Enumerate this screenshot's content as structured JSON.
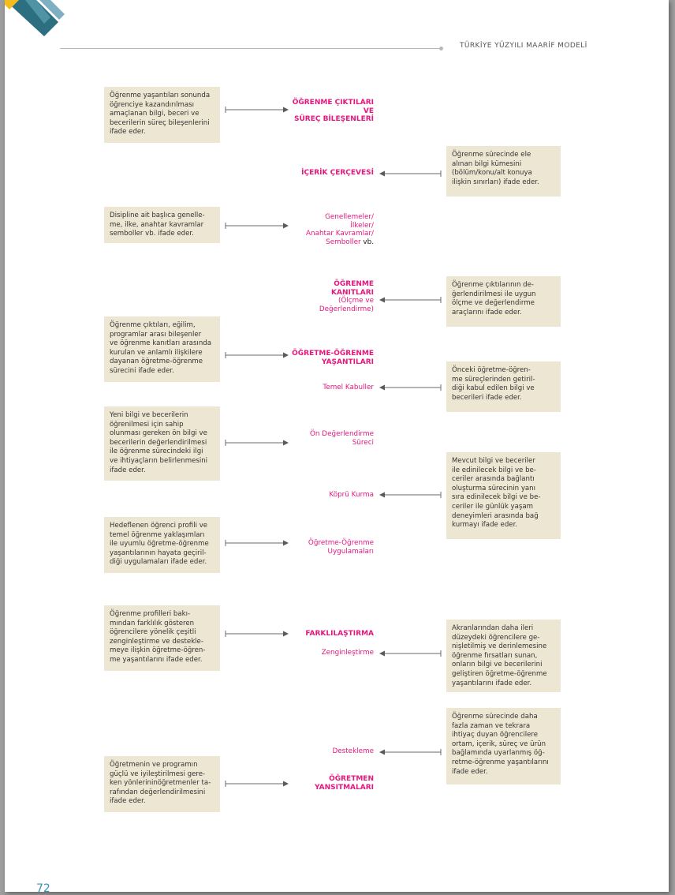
{
  "header": {
    "title": "TÜRKİYE YÜZYILI MAARİF MODELİ"
  },
  "page_number": "72",
  "colors": {
    "accent": "#e5177e",
    "box_bg": "#ede6d2",
    "corner_teal": "#2c6f80",
    "corner_yellow": "#f2bd1d",
    "page_number": "#3b8fb8"
  },
  "left_boxes": [
    {
      "id": "ogrenme-ciktilari",
      "lines": [
        "Öğrenme yaşantıları sonunda",
        "öğrenciye kazandırılması",
        "amaçlanan bilgi, beceri ve",
        "becerilerin süreç bileşenlerini",
        "ifade eder."
      ]
    },
    {
      "id": "genellemeler",
      "lines": [
        "Disipline ait başlıca genelle-",
        "me, ilke, anahtar kavramlar",
        "semboller vb. ifade eder."
      ]
    },
    {
      "id": "ogretme-ogrenme-yasantilari",
      "lines": [
        "Öğrenme çıktıları, eğilim,",
        "programlar arası bileşenler",
        "ve öğrenme kanıtları arasında",
        "kurulan ve anlamlı ilişkilere",
        "dayanan öğretme-öğrenme",
        "sürecini ifade eder."
      ]
    },
    {
      "id": "on-degerlendirme",
      "lines": [
        "Yeni bilgi ve becerilerin",
        "öğrenilmesi için sahip",
        "olunması gereken ön bilgi ve",
        "becerilerin değerlendirilmesi",
        "ile öğrenme sürecindeki ilgi",
        "ve ihtiyaçların belirlenmesini",
        "ifade eder."
      ]
    },
    {
      "id": "uygulamalar",
      "lines": [
        "Hedeflenen öğrenci profili ve",
        "temel öğrenme yaklaşımları",
        "ile uyumlu öğretme-öğrenme",
        "yaşantılarının  hayata geçiril-",
        "diği uygulamaları ifade eder."
      ]
    },
    {
      "id": "farklilastirma",
      "lines": [
        "Öğrenme profilleri bakı-",
        "mından farklılık gösteren",
        "öğrencilere yönelik çeşitli",
        "zenginleştirme ve destekle-",
        "meye ilişkin öğretme-öğren-",
        "me yaşantılarını ifade eder."
      ]
    },
    {
      "id": "yansitmalar",
      "lines": [
        "Öğretmenin ve programın",
        "güçlü ve iyileştirilmesi gere-",
        "ken yönlerininöğretmenler ta-",
        "rafından değerlendirilmesini",
        "ifade eder."
      ]
    }
  ],
  "right_boxes": [
    {
      "id": "icerik-cercevesi",
      "lines": [
        "Öğrenme sürecinde ele",
        "alınan bilgi kümesini",
        "(bölüm/konu/alt konuya",
        "ilişkin sınırları) ifade eder."
      ]
    },
    {
      "id": "ogrenme-kanitlari",
      "lines": [
        "Öğrenme çıktılarının de-",
        "ğerlendirilmesi ile uygun",
        "ölçme ve değerlendirme",
        "araçlarını ifade eder."
      ]
    },
    {
      "id": "temel-kabuller",
      "lines": [
        "Önceki öğretme-öğren-",
        "me süreçlerinden getiril-",
        "diği kabul edilen bilgi ve",
        "becerileri ifade eder."
      ]
    },
    {
      "id": "kopru-kurma",
      "lines": [
        "Mevcut bilgi ve beceriler",
        "ile edinilecek bilgi ve be-",
        "ceriler arasında bağlantı",
        "oluşturma sürecinin yanı",
        "sıra edinilecek bilgi ve be-",
        "ceriler ile günlük yaşam",
        "deneyimleri arasında bağ",
        "kurmayı ifade eder."
      ]
    },
    {
      "id": "zenginlestirme",
      "lines": [
        "Akranlarından daha ileri",
        "düzeydeki öğrencilere ge-",
        "nişletilmiş ve derinlemesine",
        "öğrenme fırsatları sunan,",
        "onların bilgi ve becerilerini",
        "geliştiren öğretme-öğrenme",
        "yaşantılarını  ifade eder."
      ]
    },
    {
      "id": "destekleme",
      "lines": [
        "Öğrenme sürecinde daha",
        "fazla zaman ve tekrara",
        "ihtiyaç duyan öğrencilere",
        "ortam, içerik, süreç ve ürün",
        "bağlamında uyarlanmış öğ-",
        "retme-öğrenme yaşantılarını",
        "ifade eder."
      ]
    }
  ],
  "center_labels": [
    {
      "id": "ogrenme-ciktilari",
      "bold": true,
      "lines": [
        "ÖĞRENME ÇIKTILARI",
        "VE",
        "SÜREÇ BİLEŞENLERİ"
      ]
    },
    {
      "id": "icerik-cercevesi",
      "bold": true,
      "lines": [
        "İÇERİK ÇERÇEVESİ"
      ]
    },
    {
      "id": "genellemeler",
      "bold": false,
      "lines": [
        "Genellemeler/",
        "İlkeler/",
        "Anahtar Kavramlar/",
        "Semboller"
      ],
      "suffix": " vb."
    },
    {
      "id": "ogrenme-kanitlari-title",
      "bold": true,
      "lines": [
        "ÖĞRENME",
        "KANITLARI"
      ]
    },
    {
      "id": "ogrenme-kanitlari-sub",
      "bold": false,
      "lines": [
        "(Ölçme ve",
        "Değerlendirme)"
      ]
    },
    {
      "id": "ogretme-ogrenme-yasantilari",
      "bold": true,
      "lines": [
        "ÖĞRETME-ÖĞRENME",
        "YAŞANTILARI"
      ]
    },
    {
      "id": "temel-kabuller",
      "bold": false,
      "lines": [
        "Temel Kabuller"
      ]
    },
    {
      "id": "on-degerlendirme",
      "bold": false,
      "lines": [
        "Ön Değerlendirme",
        "Süreci"
      ]
    },
    {
      "id": "kopru-kurma",
      "bold": false,
      "lines": [
        "Köprü Kurma"
      ]
    },
    {
      "id": "uygulamalar",
      "bold": false,
      "lines": [
        "Öğretme-Öğrenme",
        "Uygulamaları"
      ]
    },
    {
      "id": "farklilastirma",
      "bold": true,
      "lines": [
        "FARKLILAŞTIRMA"
      ]
    },
    {
      "id": "zenginlestirme",
      "bold": false,
      "lines": [
        "Zenginleştirme"
      ]
    },
    {
      "id": "destekleme",
      "bold": false,
      "lines": [
        "Destekleme"
      ]
    },
    {
      "id": "yansitmalar",
      "bold": true,
      "lines": [
        "ÖĞRETMEN",
        "YANSITMALARI"
      ]
    }
  ]
}
